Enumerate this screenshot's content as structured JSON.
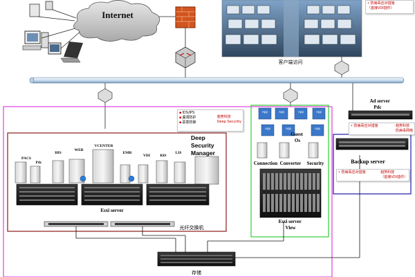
{
  "title_cloud": "Internet",
  "client_access_label": "客户端访问",
  "deep_security": {
    "title": "Deep Security Manager",
    "notes": [
      "IDS/IPS",
      "漏洞防护",
      "恶意防御"
    ],
    "brand": "趋势科技",
    "brand_sub": "Deep Security"
  },
  "vm_labels": {
    "pacs": "PACS",
    "pdc": "Pdc",
    "his": "HIS",
    "web": "WEB",
    "vcenter": "VCENTER",
    "emr": "EMR",
    "vdi": "VDI",
    "ris": "RIS",
    "lis": "LIS"
  },
  "esxi_server": "Esxi server",
  "fiber_switch": "光纤交换机",
  "storage": "存储",
  "view_panel": {
    "guest_os": "Guest Os",
    "connection": "Connection",
    "converter": "Converter",
    "security": "Security",
    "esxi_view": "Esxi server View",
    "app_tag": "App"
  },
  "ad_server": "Ad server Pdc",
  "backup_server": "Backup server",
  "note_top": {
    "line1": "• 防病毒应对措施",
    "line2": "（首接VDI插件）"
  },
  "note_ad": {
    "line1": "• 防病毒应对措施",
    "brand": "趋势科技",
    "brand_sub": "防病毒网络"
  },
  "note_backup": {
    "line1": "• 防病毒应对措施",
    "brand": "趋势科技",
    "brand_sub": "（首接VDI插件）"
  },
  "colors": {
    "magenta_border": "#e040e0",
    "darkred_border": "#8b1a1a",
    "green_border": "#33cc33",
    "blue_border": "#1a1aa8",
    "backbone": "#d9e8f7"
  }
}
